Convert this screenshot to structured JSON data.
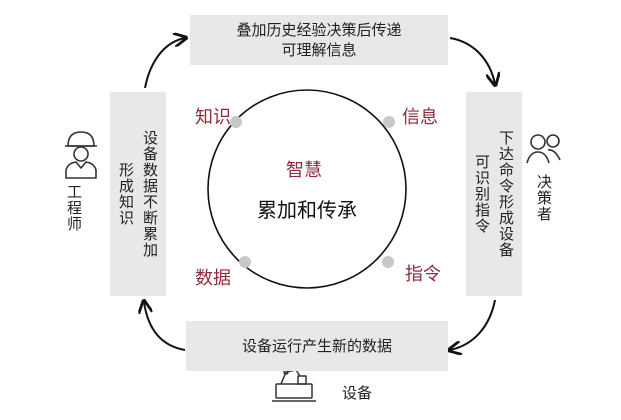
{
  "top_box": {
    "line1": "叠加历史经验决策后传递",
    "line2": "可理解信息"
  },
  "right_box": {
    "col1": "下达命令形成设备",
    "col2": "可识别指令"
  },
  "bottom_box": {
    "text": "设备运行产生新的数据"
  },
  "left_box": {
    "col1": "设备数据不断累加",
    "col2": "形成知识"
  },
  "circle": {
    "top": "智慧",
    "center": "累加和传承"
  },
  "corner_labels": {
    "knowledge": "知识",
    "information": "信息",
    "data": "数据",
    "instruction": "指令"
  },
  "actors": {
    "engineer": "工程师",
    "decision_maker": "决策者",
    "equipment": "设备"
  },
  "colors": {
    "accent_red": "#8e2a3a",
    "box_gray": "#e8e8e8",
    "dot_gray": "#c8c8c8"
  }
}
